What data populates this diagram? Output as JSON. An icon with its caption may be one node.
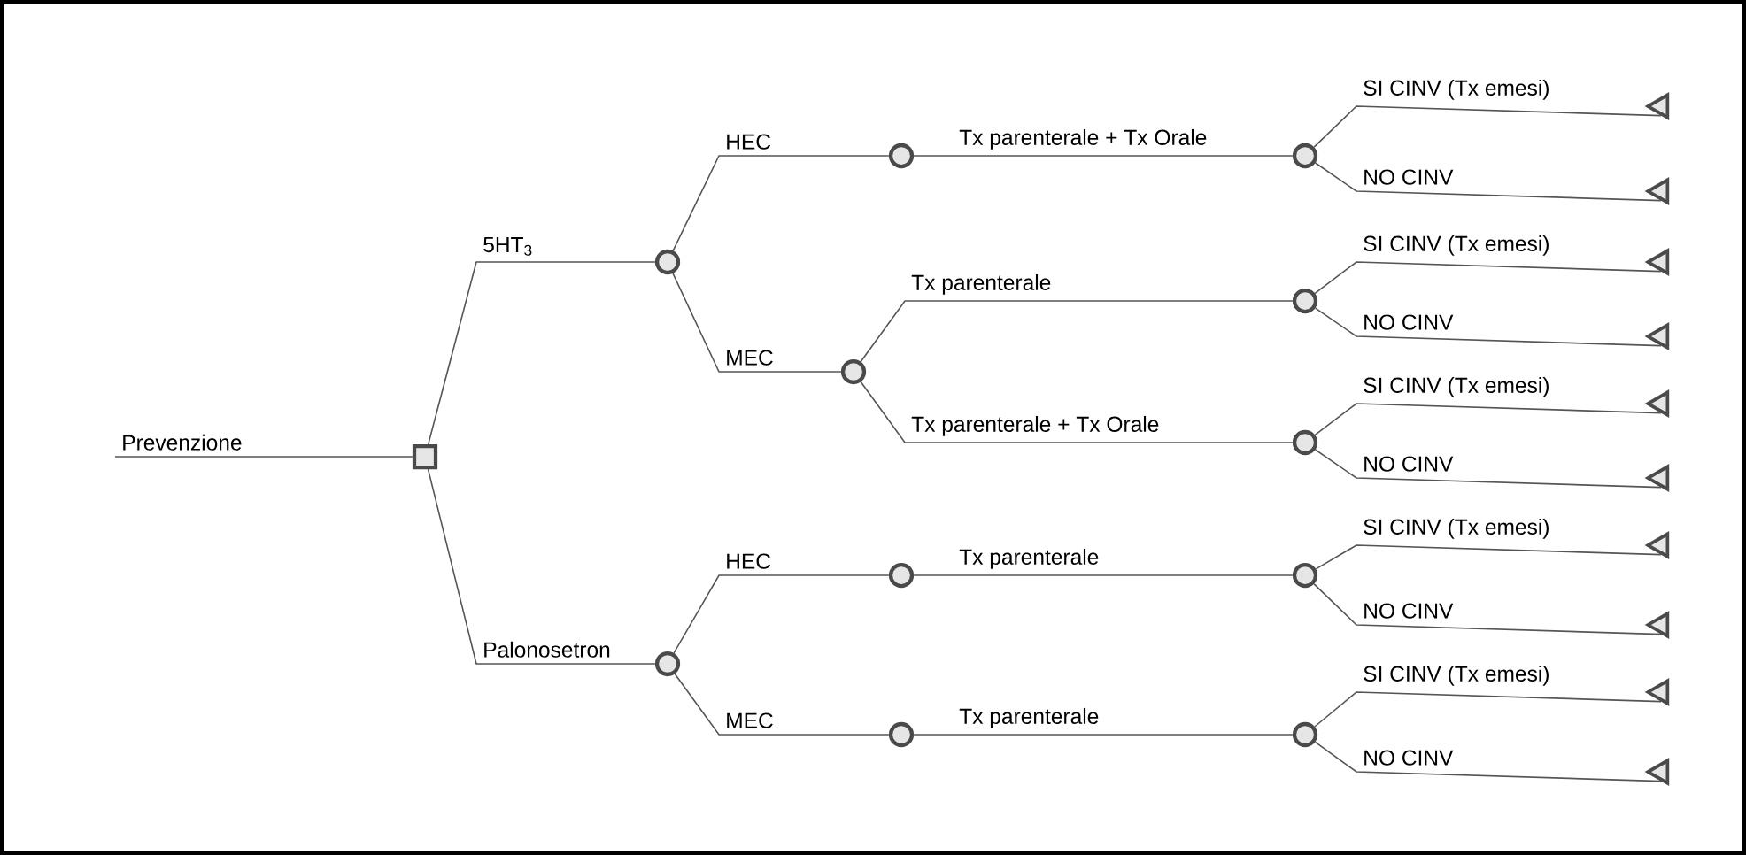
{
  "diagram": {
    "nodes": [
      {
        "text": [],
        "shape": "box"
      },
      {
        "text": [],
        "shape": "circle"
      },
      {
        "text": [],
        "shape": "circle"
      },
      {
        "text": [],
        "shape": "circle"
      },
      {
        "text": [],
        "shape": "circle"
      },
      {
        "text": [],
        "shape": "circle"
      },
      {
        "text": [],
        "shape": "circle"
      },
      {
        "text": [],
        "shape": "circle"
      },
      {
        "text": [],
        "shape": "circle"
      },
      {
        "text": [],
        "shape": "circle"
      },
      {
        "text": [],
        "shape": "circle"
      },
      {
        "text": [],
        "shape": "circle"
      },
      {
        "text": [],
        "shape": "triangle"
      },
      {
        "text": [],
        "shape": "triangle"
      },
      {
        "text": [],
        "shape": "triangle"
      },
      {
        "text": [],
        "shape": "triangle"
      },
      {
        "text": [],
        "shape": "triangle"
      },
      {
        "text": [],
        "shape": "triangle"
      },
      {
        "text": [],
        "shape": "triangle"
      },
      {
        "text": [],
        "shape": "triangle"
      },
      {
        "text": [],
        "shape": "triangle"
      },
      {
        "text": [],
        "shape": "triangle"
      }
    ],
    "edges": [
      {
        "from": null,
        "to": 0,
        "arrow": "none",
        "label": "Prevenzione"
      },
      {
        "from": 0,
        "to": 1,
        "arrow": "none",
        "label": "5HT$_{3}$"
      },
      {
        "from": 0,
        "to": 2,
        "arrow": "none",
        "label": "Palonosetron"
      },
      {
        "from": 1,
        "to": 3,
        "arrow": "none",
        "label": "HEC"
      },
      {
        "from": 1,
        "to": 4,
        "arrow": "none",
        "label": "MEC"
      },
      {
        "from": 3,
        "to": 5,
        "arrow": "none",
        "label": "Tx parenterale + Tx Orale"
      },
      {
        "from": 4,
        "to": 6,
        "arrow": "none",
        "label": "Tx parenterale"
      },
      {
        "from": 4,
        "to": 7,
        "arrow": "none",
        "label": "Tx parenterale + Tx Orale"
      },
      {
        "from": 2,
        "to": 8,
        "arrow": "none",
        "label": "HEC"
      },
      {
        "from": 2,
        "to": 10,
        "arrow": "none",
        "label": "MEC"
      },
      {
        "from": 8,
        "to": 9,
        "arrow": "none",
        "label": "Tx parenterale"
      },
      {
        "from": 10,
        "to": 11,
        "arrow": "none",
        "label": "Tx parenterale"
      },
      {
        "from": 5,
        "to": 12,
        "arrow": "none",
        "label": "SI CINV (Tx emesi)"
      },
      {
        "from": 5,
        "to": 13,
        "arrow": "none",
        "label": "NO CINV"
      },
      {
        "from": 6,
        "to": 14,
        "arrow": "none",
        "label": "SI CINV (Tx emesi)"
      },
      {
        "from": 6,
        "to": 15,
        "arrow": "none",
        "label": "NO CINV"
      },
      {
        "from": 7,
        "to": 16,
        "arrow": "none",
        "label": "SI CINV (Tx emesi)"
      },
      {
        "from": 7,
        "to": 17,
        "arrow": "none",
        "label": "NO CINV"
      },
      {
        "from": 9,
        "to": 18,
        "arrow": "none",
        "label": "SI CINV (Tx emesi)"
      },
      {
        "from": 9,
        "to": 19,
        "arrow": "none",
        "label": "NO CINV"
      },
      {
        "from": 11,
        "to": 20,
        "arrow": "none",
        "label": "SI CINV (Tx emesi)"
      },
      {
        "from": 11,
        "to": 21,
        "arrow": "none",
        "label": "NO CINV"
      }
    ]
  }
}
